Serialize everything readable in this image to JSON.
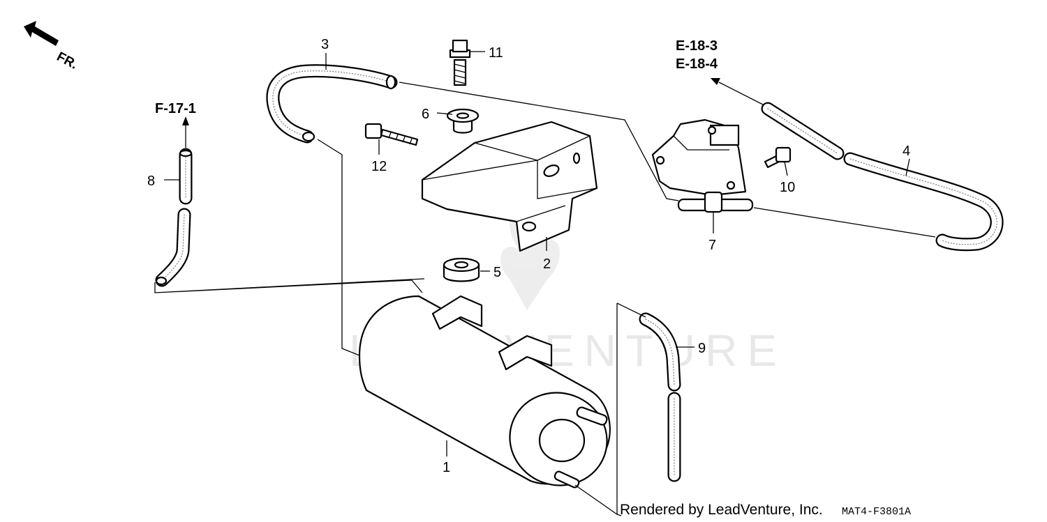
{
  "direction_marker": {
    "label": "FR.",
    "icon": "front-direction-arrow-icon"
  },
  "references": {
    "f17": "F-17-1",
    "e18_3": "E-18-3",
    "e18_4": "E-18-4"
  },
  "callouts": {
    "c1": "1",
    "c2": "2",
    "c3": "3",
    "c4": "4",
    "c5": "5",
    "c6": "6",
    "c7": "7",
    "c8": "8",
    "c9": "9",
    "c10": "10",
    "c11": "11",
    "c12": "12"
  },
  "watermark": "LEADVENTURE",
  "footer": {
    "credit": "Rendered by LeadVenture, Inc.",
    "diagram_code": "MAT4-F3801A"
  },
  "colors": {
    "line": "#000000",
    "background": "#ffffff",
    "watermark": "#e6e6e6"
  }
}
